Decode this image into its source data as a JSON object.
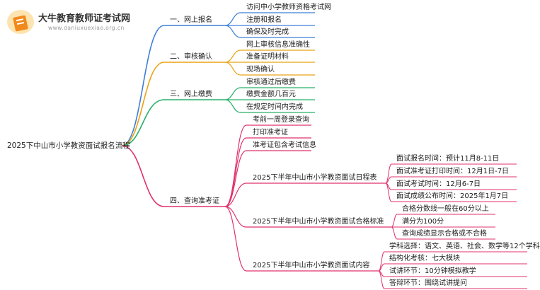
{
  "logo": {
    "name": "大牛教育教师证考试网",
    "url": "www.daniuxuexiao.org.cn"
  },
  "mindmap": {
    "root": "2025下中山市小学教资面试报名流程",
    "branches": [
      {
        "label": "一、网上报名",
        "color": "#3d7fd6",
        "children": [
          {
            "label": "访问中小学教师资格考试网"
          },
          {
            "label": "注册和报名"
          },
          {
            "label": "确保及时完成"
          }
        ]
      },
      {
        "label": "二、审核确认",
        "color": "#e8a316",
        "children": [
          {
            "label": "网上审核信息准确性"
          },
          {
            "label": "准备证明材料"
          },
          {
            "label": "现场确认"
          }
        ]
      },
      {
        "label": "三、网上缴费",
        "color": "#27b06b",
        "children": [
          {
            "label": "审核通过后缴费"
          },
          {
            "label": "缴费金额几百元"
          },
          {
            "label": "在规定时间内完成"
          }
        ]
      },
      {
        "label": "四、查询准考证",
        "color": "#e0326e",
        "children": [
          {
            "label": "考前一周登录查询"
          },
          {
            "label": "打印准考证"
          },
          {
            "label": "准考证包含考试信息"
          },
          {
            "label": "2025下半年中山市小学教资面试日程表",
            "children": [
              {
                "label": "面试报名时间：预计11月8-11日"
              },
              {
                "label": "面试准考证打印时间：12月1日-7日"
              },
              {
                "label": "面试考试时间：12月6-7日"
              },
              {
                "label": "面试成绩公布时间：2025年1月7日"
              }
            ]
          },
          {
            "label": "2025下半年中山市小学教资面试合格标准",
            "children": [
              {
                "label": "合格分数线一般在60分以上"
              },
              {
                "label": "满分为100分"
              },
              {
                "label": "查询成绩显示合格或不合格"
              }
            ]
          },
          {
            "label": "2025下半年中山市小学教资面试内容",
            "children": [
              {
                "label": "学科选择：语文、英语、社会、数学等12个学科"
              },
              {
                "label": "结构化考核：七大模块"
              },
              {
                "label": "试讲环节：10分钟模拟教学"
              },
              {
                "label": "答辩环节：围绕试讲提问"
              }
            ]
          }
        ]
      }
    ]
  }
}
